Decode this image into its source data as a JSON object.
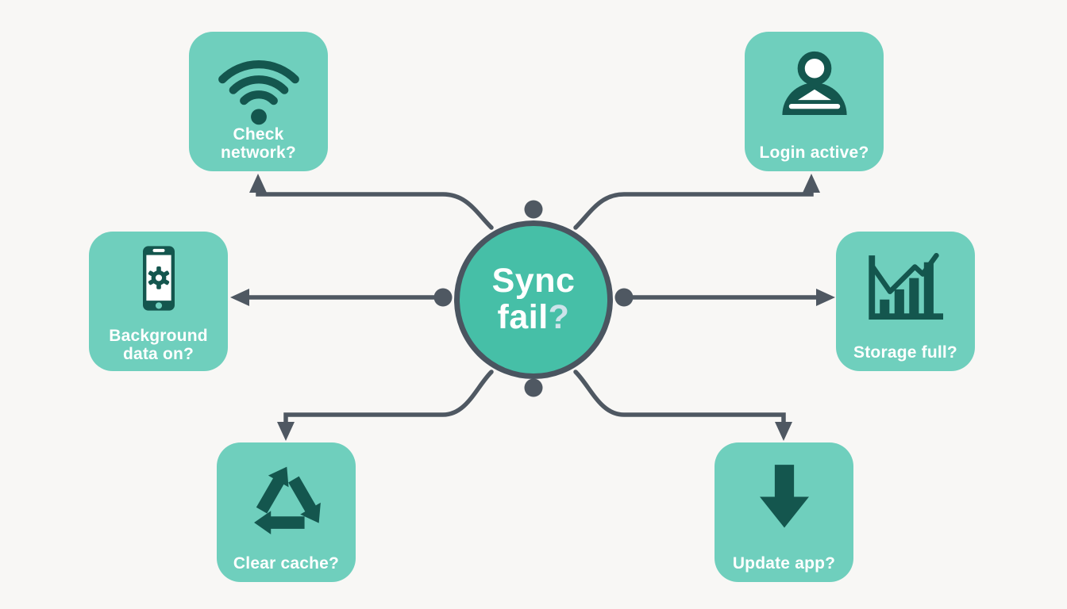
{
  "center_node": {
    "id": "sync-fail",
    "line1": "Sync",
    "line2": "fail",
    "suffix": "?"
  },
  "nodes": [
    {
      "id": "check-network",
      "label": "Check network?",
      "icon": "wifi-icon"
    },
    {
      "id": "login-active",
      "label": "Login active?",
      "icon": "user-icon"
    },
    {
      "id": "background-data",
      "label": "Background data on?",
      "icon": "phone-settings-icon"
    },
    {
      "id": "storage-full",
      "label": "Storage full?",
      "icon": "bar-chart-icon"
    },
    {
      "id": "clear-cache",
      "label": "Clear cache?",
      "icon": "recycle-icon"
    },
    {
      "id": "update-app",
      "label": "Update app?",
      "icon": "download-arrow-icon"
    }
  ],
  "colors": {
    "background": "#F8F7F5",
    "node_fill": "#6FCFBD",
    "center_fill": "#46BFA7",
    "outline": "#4A5560",
    "connector": "#4F5862",
    "icon": "#14564E",
    "label_text": "#FFFFFF",
    "question_mark": "#CDE3EA"
  }
}
